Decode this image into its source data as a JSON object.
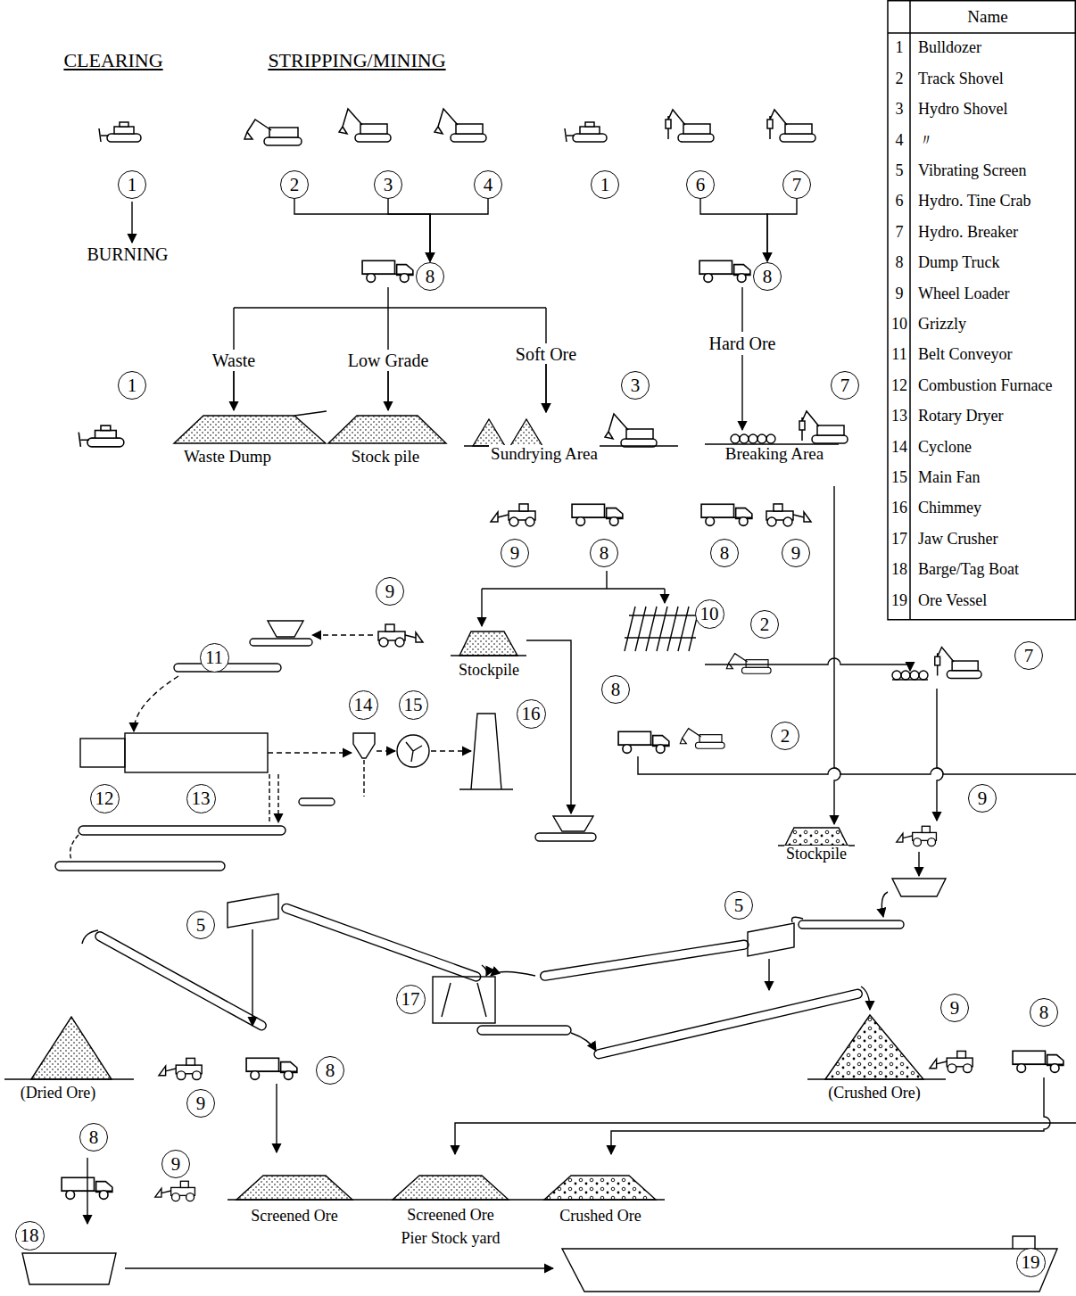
{
  "diagram": {
    "nodes": [
      {
        "text": [
          "1"
        ]
      },
      {
        "text": [
          "2"
        ]
      },
      {
        "text": [
          "3"
        ]
      },
      {
        "text": [
          "4"
        ]
      },
      {
        "text": [
          "1"
        ]
      },
      {
        "text": [
          "6"
        ]
      },
      {
        "text": [
          "7"
        ]
      },
      {
        "text": [
          "8"
        ]
      },
      {
        "text": [
          "8"
        ]
      },
      {
        "text": [
          "1"
        ]
      },
      {
        "text": [
          "3"
        ]
      },
      {
        "text": [
          "7"
        ]
      },
      {
        "text": [
          "9"
        ]
      },
      {
        "text": [
          "8"
        ]
      },
      {
        "text": [
          "8"
        ]
      },
      {
        "text": [
          "9"
        ]
      },
      {
        "text": [
          "9"
        ]
      },
      {
        "text": [
          "10"
        ]
      },
      {
        "text": [
          "2"
        ]
      },
      {
        "text": [
          "11"
        ]
      },
      {
        "text": [
          "7"
        ]
      },
      {
        "text": [
          "8"
        ]
      },
      {
        "text": [
          "14"
        ]
      },
      {
        "text": [
          "15"
        ]
      },
      {
        "text": [
          "16"
        ]
      },
      {
        "text": [
          "2"
        ]
      },
      {
        "text": [
          "12"
        ]
      },
      {
        "text": [
          "13"
        ]
      },
      {
        "text": [
          "9"
        ]
      },
      {
        "text": [
          "5"
        ]
      },
      {
        "text": [
          "5"
        ]
      },
      {
        "text": [
          "17"
        ]
      },
      {
        "text": [
          "9"
        ]
      },
      {
        "text": [
          "8"
        ]
      },
      {
        "text": [
          "8"
        ]
      },
      {
        "text": [
          "9"
        ]
      },
      {
        "text": [
          "8"
        ]
      },
      {
        "text": [
          "9"
        ]
      },
      {
        "text": [
          "18"
        ]
      },
      {
        "text": [
          "19"
        ]
      }
    ],
    "edges": [
      {
        "from": 1,
        "to": 7,
        "arrow": "to"
      },
      {
        "from": 2,
        "to": 7,
        "arrow": "to"
      },
      {
        "from": 3,
        "to": 7,
        "arrow": "to"
      },
      {
        "from": 5,
        "to": 8,
        "arrow": "to"
      },
      {
        "from": 6,
        "to": 8,
        "arrow": "to"
      }
    ],
    "labels": [
      "CLEARING",
      "STRIPPING/MINING",
      "BURNING",
      "Waste",
      "Low Grade",
      "Soft Ore",
      "Hard Ore",
      "Waste Dump",
      "Stock pile",
      "Sundrying Area",
      "Breaking Area",
      "Stockpile",
      "Stockpile",
      "(Dried Ore)",
      "(Crushed Ore)",
      "Screened Ore",
      "Screened Ore",
      "Pier Stock yard",
      "Crushed Ore",
      "Name",
      "1",
      "Bulldozer",
      "2",
      "Track Shovel",
      "3",
      "Hydro Shovel",
      "4",
      "〃",
      "5",
      "Vibrating Screen",
      "6",
      "Hydro. Tine Crab",
      "7",
      "Hydro. Breaker",
      "8",
      "Dump Truck",
      "9",
      "Wheel Loader",
      "10",
      "Grizzly",
      "11",
      "Belt Conveyor",
      "12",
      "Combustion Furnace",
      "13",
      "Rotary Dryer",
      "14",
      "Cyclone",
      "15",
      "Main Fan",
      "16",
      "Chimmey",
      "17",
      "Jaw Crusher",
      "18",
      "Barge/Tag Boat",
      "19",
      "Ore Vessel"
    ]
  }
}
